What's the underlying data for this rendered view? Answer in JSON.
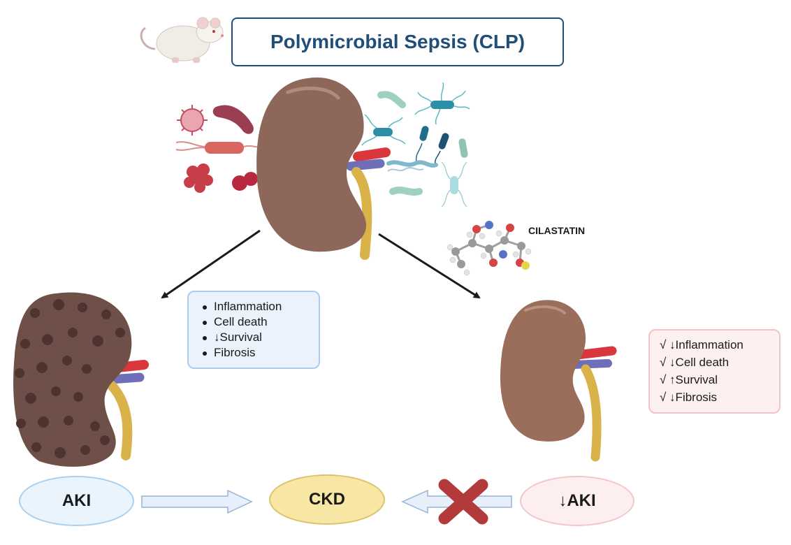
{
  "title": "Polymicrobial Sepsis (CLP)",
  "drug_label": "CILASTATIN",
  "untreated_effects": {
    "items": [
      "Inflammation",
      "Cell death",
      "↓Survival",
      "Fibrosis"
    ]
  },
  "treated_effects": {
    "items": [
      "√ ↓Inflammation",
      "√ ↓Cell death",
      "√ ↑Survival",
      "√ ↓Fibrosis"
    ]
  },
  "nodes": {
    "aki": "AKI",
    "ckd": "CKD",
    "reduced_aki": "↓AKI"
  },
  "icons": [
    "mouse-icon",
    "kidney-icon",
    "damaged-kidney-icon",
    "healthy-kidney-icon",
    "bacteria-icon",
    "molecule-icon",
    "block-x-icon"
  ],
  "colors": {
    "title_border": "#1f4e79",
    "kidney": "#8d6759",
    "damaged_kidney": "#6f5049",
    "healthy_kidney": "#9b6e5b",
    "artery": "#d9363e",
    "vein": "#6f6fb9",
    "ureter": "#d9b24a",
    "block_x": "#b33a3a"
  }
}
